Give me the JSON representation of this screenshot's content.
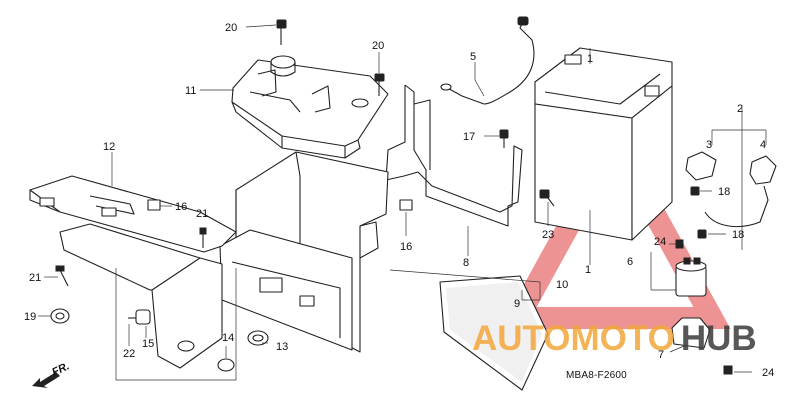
{
  "diagram_code": "MBA8-F2600",
  "front_label": "FR.",
  "watermark": {
    "part1": "AUTOMOTO",
    "part2": "HUB",
    "color_red": "#e03a3a",
    "color_orange": "#f4a63a",
    "color_dark": "#3a3a3a"
  },
  "callouts": {
    "c1": "1",
    "c2": "2",
    "c3": "3",
    "c4": "4",
    "c5": "5",
    "c6": "6",
    "c7": "7",
    "c8": "8",
    "c9": "9",
    "c10": "10",
    "c11": "11",
    "c12": "12",
    "c13": "13",
    "c14": "14",
    "c15": "15",
    "c16a": "16",
    "c16b": "16",
    "c17": "17",
    "c18a": "18",
    "c18b": "18",
    "c19": "19",
    "c20a": "20",
    "c20b": "20",
    "c21a": "21",
    "c21b": "21",
    "c22": "22",
    "c23": "23",
    "c24a": "24",
    "c24b": "24"
  }
}
